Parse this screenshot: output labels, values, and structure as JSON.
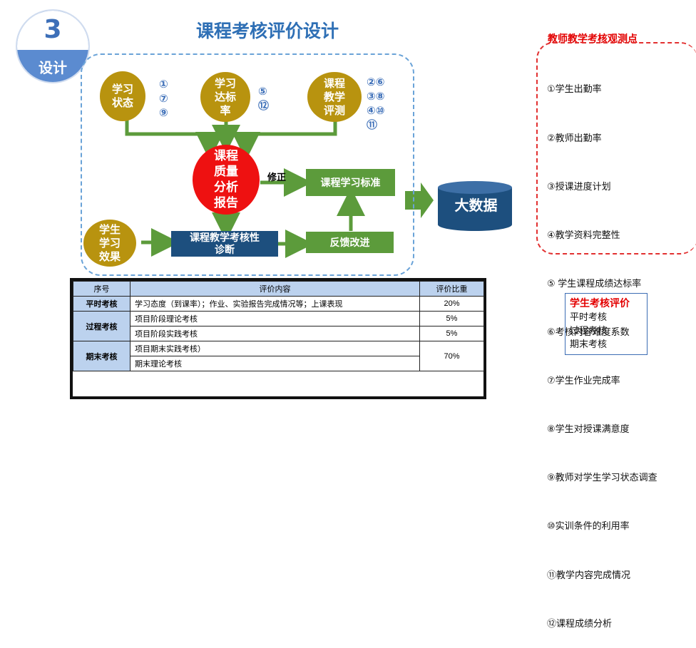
{
  "badge": {
    "number": "3",
    "label": "设计"
  },
  "title": "课程考核评价设计",
  "diagram": {
    "circle_status": "学习\n状态",
    "circle_status_nums": "①\n⑦\n⑨",
    "circle_rate": "学习\n达标\n率",
    "circle_rate_nums": "⑤\n⑫",
    "circle_eval": "课程\n教学\n评测",
    "circle_eval_nums": "②⑥\n③⑧\n④⑩\n⑪",
    "circle_effect": "学生\n学习\n效果",
    "report": "课程\n质量\n分析\n报告",
    "correction": "修正",
    "standard": "课程学习标准",
    "diagnosis": "课程教学考核性\n诊断",
    "feedback": "反馈改进",
    "bigdata": "大数据"
  },
  "observation": {
    "title": "教师教学考核观测点",
    "items": [
      "①学生出勤率",
      "②教师出勤率",
      "③授课进度计划",
      "④教学资料完整性",
      "⑤ 学生课程成绩达标率",
      "⑥考核内容难度系数",
      "⑦学生作业完成率",
      "⑧学生对授课满意度",
      "⑨教师对学生学习状态调查",
      "⑩实训条件的利用率",
      "⑪教学内容完成情况",
      "⑫课程成绩分析"
    ]
  },
  "student_eval": {
    "title": "学生考核评价",
    "items": [
      "平时考核",
      "过程考核",
      "期末考核"
    ]
  },
  "table": {
    "headers": [
      "序号",
      "评价内容",
      "评价比重"
    ],
    "rows": [
      {
        "type": "平时考核",
        "content": "学习态度（到课率）；作业、实验报告完成情况等；上课表现",
        "weight": "20%"
      },
      {
        "type": "过程考核",
        "content": "项目阶段理论考核",
        "weight": "5%"
      },
      {
        "content": "项目阶段实践考核",
        "weight": "5%"
      },
      {
        "type": "期末考核",
        "content": "项目期末实践考核）",
        "weight": "70%"
      },
      {
        "content": "期末理论考核"
      }
    ]
  },
  "colors": {
    "gold": "#b8930f",
    "green": "#5c9b3b",
    "red": "#ee1111",
    "navy": "#1d4f7e",
    "blue": "#2e6fb5"
  }
}
